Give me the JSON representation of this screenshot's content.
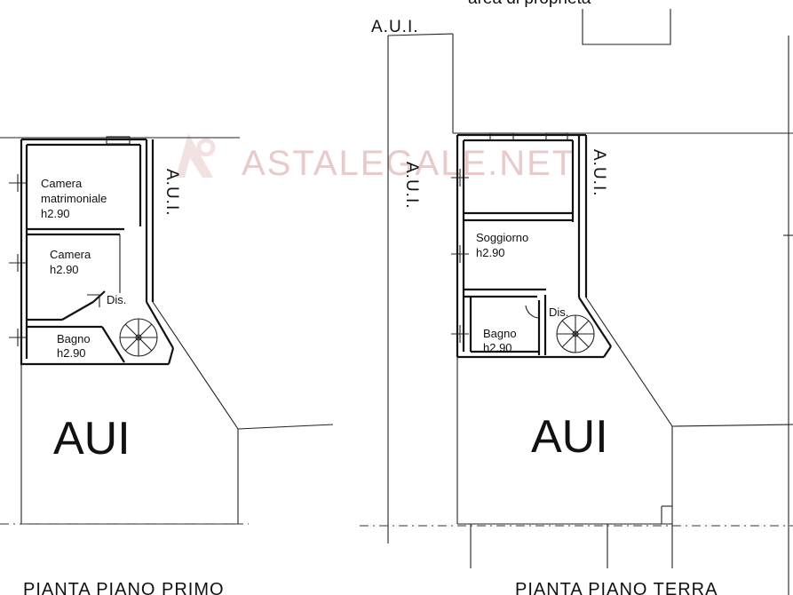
{
  "watermark": {
    "text": "ASTALEGALE.NET",
    "color": "#e9c9c9"
  },
  "top_right_note": "area di proprietà",
  "top_label": "A.U.I.",
  "left_plan": {
    "title": "PIANTA PIANO PRIMO",
    "side_label": "A.U.I.",
    "area_label": "AUI",
    "rooms": [
      {
        "name": "Camera matrimoniale",
        "line1": "Camera",
        "line2": "matrimoniale",
        "height": "h2.90"
      },
      {
        "name": "Camera",
        "line1": "Camera",
        "height": "h2.90"
      },
      {
        "name": "Dis.",
        "line1": "Dis."
      },
      {
        "name": "Bagno",
        "line1": "Bagno",
        "height": "h2.90"
      }
    ]
  },
  "right_plan": {
    "title": "PIANTA PIANO TERRA",
    "side_label_left": "A.U.I.",
    "side_label_right": "A.U.I.",
    "area_label": "AUI",
    "rooms": [
      {
        "name": "Soggiorno",
        "line1": "Soggiorno",
        "height": "h2.90"
      },
      {
        "name": "Dis.",
        "line1": "Dis."
      },
      {
        "name": "Bagno",
        "line1": "Bagno",
        "height": "h2.90"
      }
    ]
  }
}
